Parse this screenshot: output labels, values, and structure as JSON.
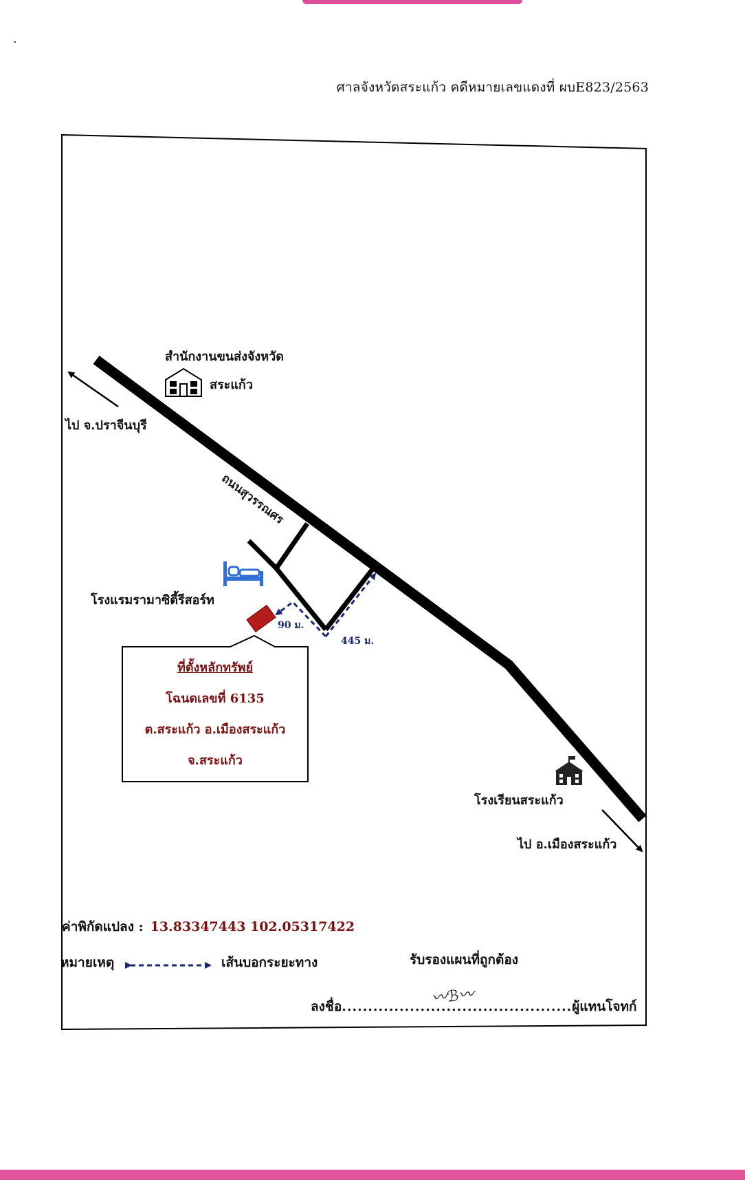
{
  "header": {
    "text": "ศาลจังหวัดสระแก้ว คดีหมายเลขแดงที่ ผบE823/2563"
  },
  "map": {
    "road_name": "ถนนสุวรรณศร",
    "direction_prachinburi": "ไป จ.ปราจีนบุรี",
    "direction_muang_sakaeo": "ไป อ.เมืองสระแก้ว",
    "landmarks": {
      "transport_office_line1": "สำนักงานขนส่งจังหวัด",
      "transport_office_line2": "สระแก้ว",
      "hotel": "โรงแรมรามาซิตี้รีสอร์ท",
      "school": "โรงเรียนสระแก้ว"
    },
    "distances": {
      "segment1": "90 ม.",
      "segment2": "445 ม."
    },
    "icons": [
      "office-building-icon",
      "bed-icon",
      "school-icon",
      "property-marker-icon"
    ],
    "colors": {
      "road": "#000000",
      "distance_line": "#1a2a6c",
      "property": "#b71c1c",
      "text_accent": "#7a1212",
      "hotel_icon": "#2f6fd6"
    }
  },
  "property_box": {
    "title": "ที่ตั้งหลักทรัพย์",
    "deed": "โฉนดเลขที่ 6135",
    "location_line1": "ต.สระแก้ว อ.เมืองสระแก้ว",
    "location_line2": "จ.สระแก้ว"
  },
  "footer": {
    "coords_label": "ค่าพิกัดแปลง :",
    "coords_value": "13.83347443 102.05317422",
    "legend_label": "หมายเหตุ",
    "legend_text": "เส้นบอกระยะทาง",
    "certify": "รับรองแผนที่ถูกต้อง",
    "sign_label": "ลงชื่อ",
    "sign_dots": "............................................",
    "sign_role": "ผู้แทนโจทก์"
  }
}
